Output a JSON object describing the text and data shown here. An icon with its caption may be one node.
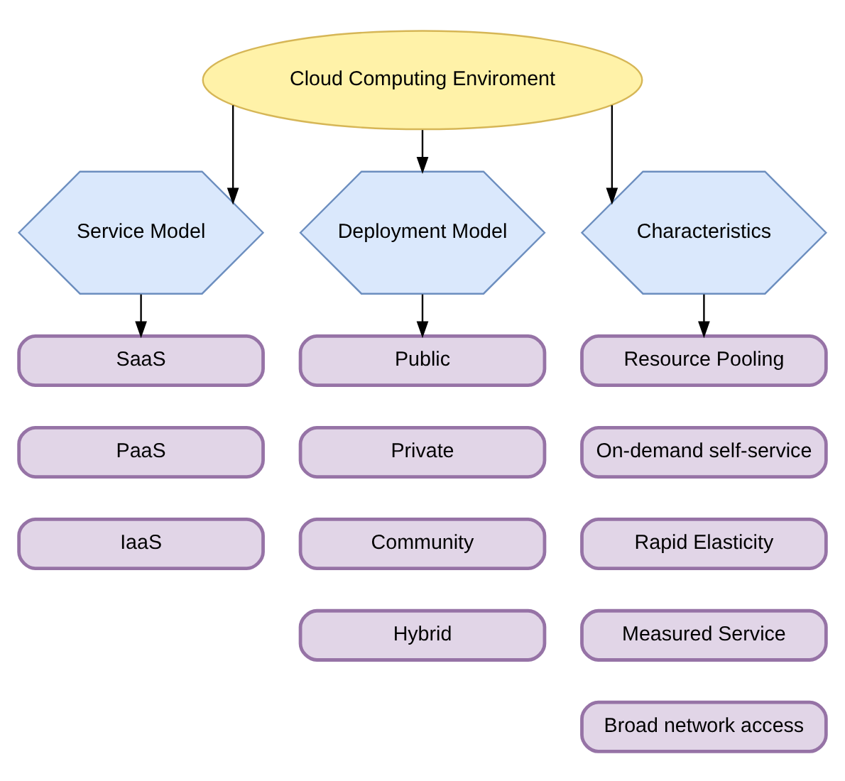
{
  "diagram": {
    "nodes": [
      {
        "text": [
          "Cloud Computing Enviroment"
        ]
      },
      {
        "text": [
          "Service Model"
        ]
      },
      {
        "text": [
          "Deployment Model"
        ]
      },
      {
        "text": [
          "Characteristics"
        ]
      },
      {
        "text": [
          "SaaS"
        ]
      },
      {
        "text": [
          "PaaS"
        ]
      },
      {
        "text": [
          "IaaS"
        ]
      },
      {
        "text": [
          "Public"
        ]
      },
      {
        "text": [
          "Private"
        ]
      },
      {
        "text": [
          "Community"
        ]
      },
      {
        "text": [
          "Hybrid"
        ]
      },
      {
        "text": [
          "Resource Pooling"
        ]
      },
      {
        "text": [
          "On-demand self-service"
        ]
      },
      {
        "text": [
          "Rapid Elasticity"
        ]
      },
      {
        "text": [
          "Measured Service"
        ]
      },
      {
        "text": [
          "Broad network access"
        ]
      }
    ],
    "edges": [
      {
        "from": 0,
        "to": 1,
        "arrow": "to"
      },
      {
        "from": 0,
        "to": 2,
        "arrow": "to"
      },
      {
        "from": 0,
        "to": 3,
        "arrow": "to"
      },
      {
        "from": 1,
        "to": 4,
        "arrow": "to"
      },
      {
        "from": 2,
        "to": 7,
        "arrow": "to"
      },
      {
        "from": 3,
        "to": 11,
        "arrow": "to"
      }
    ]
  }
}
